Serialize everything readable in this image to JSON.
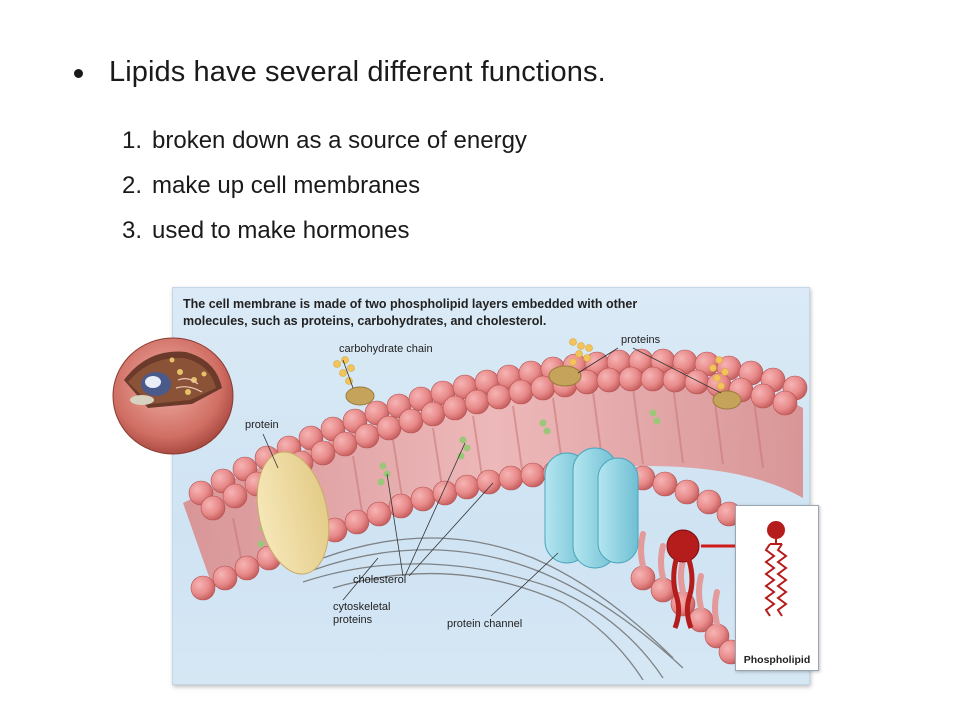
{
  "slide": {
    "bullet": "Lipids have several different functions.",
    "items": [
      {
        "num": "1.",
        "text": "broken down as a source of energy"
      },
      {
        "num": "2.",
        "text": "make up cell membranes"
      },
      {
        "num": "3.",
        "text": "used to make hormones"
      }
    ]
  },
  "figure": {
    "title": "The cell membrane is made of two phospholipid layers embedded with other molecules, such as proteins, carbohydrates, and cholesterol.",
    "labels": {
      "carbohydrate_chain": "carbohydrate chain",
      "proteins": "proteins",
      "protein": "protein",
      "cholesterol": "cholesterol",
      "cytoskeletal_line1": "cytoskeletal",
      "cytoskeletal_line2": "proteins",
      "protein_channel": "protein channel"
    },
    "inset_label": "Phospholipid"
  },
  "colors": {
    "head": "#e88a8a",
    "head_dark": "#c55d5d",
    "tail": "#e7a3a3",
    "protein_tan": "#efdca0",
    "channel": "#8fd2e2",
    "carb": "#f3c45a",
    "cholesterol": "#9cc77a",
    "arrow_red": "#d11a1a"
  }
}
